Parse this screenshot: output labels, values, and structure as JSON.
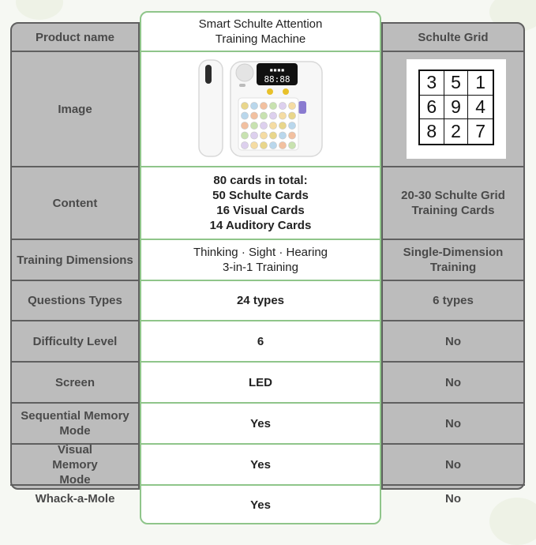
{
  "table": {
    "rows": [
      {
        "label": "Product name",
        "machine": "Smart Schulte Attention Training Machine",
        "grid": "Schulte Grid"
      },
      {
        "label": "Image",
        "machine": "",
        "grid": ""
      },
      {
        "label": "Content",
        "machine_lines": [
          "80 cards in total:",
          "50 Schulte Cards",
          "16 Visual Cards",
          "14 Auditory Cards"
        ],
        "grid": "20-30 Schulte Grid Training Cards"
      },
      {
        "label": "Training Dimensions",
        "machine_lines": [
          "Thinking · Sight · Hearing",
          "3-in-1 Training"
        ],
        "grid": "Single-Dimension Training"
      },
      {
        "label": "Questions Types",
        "machine": "24 types",
        "grid": "6 types"
      },
      {
        "label": "Difficulty Level",
        "machine": "6",
        "grid": "No"
      },
      {
        "label": "Screen",
        "machine": "LED",
        "grid": "No"
      },
      {
        "label": "Sequential Memory Mode",
        "machine": "Yes",
        "grid": "No"
      },
      {
        "label": "Visual Memory Mode",
        "machine": "Yes",
        "grid": "No"
      },
      {
        "label": "Whack-a-Mole",
        "machine": "Yes",
        "grid": "No"
      }
    ]
  },
  "schulte_grid_image": {
    "numbers": [
      "3",
      "5",
      "1",
      "6",
      "9",
      "4",
      "8",
      "2",
      "7"
    ]
  },
  "colors": {
    "column_highlight": "#8fc58a",
    "table_bg": "#bcbcbc",
    "border": "#5f5f5f"
  }
}
